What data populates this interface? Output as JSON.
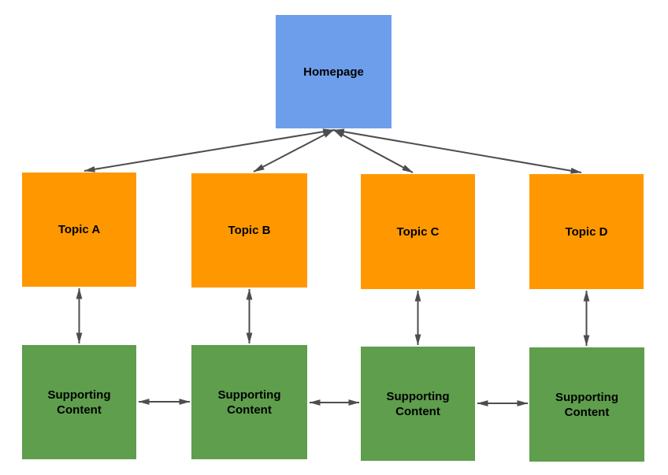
{
  "diagram": {
    "type": "site-structure-flowchart",
    "background": "#ffffff",
    "colors": {
      "homepage": "#6d9eeb",
      "topic": "#ff9800",
      "supporting": "#5e9e4c",
      "arrow": "#4d4d4d",
      "label": "#000000"
    },
    "nodes": [
      {
        "id": "homepage",
        "label": "Homepage",
        "kind": "homepage"
      },
      {
        "id": "topic-a",
        "label": "Topic A",
        "kind": "topic"
      },
      {
        "id": "topic-b",
        "label": "Topic B",
        "kind": "topic"
      },
      {
        "id": "topic-c",
        "label": "Topic C",
        "kind": "topic"
      },
      {
        "id": "topic-d",
        "label": "Topic D",
        "kind": "topic"
      },
      {
        "id": "supporting-1",
        "label": "Supporting Content",
        "kind": "supporting"
      },
      {
        "id": "supporting-2",
        "label": "Supporting Content",
        "kind": "supporting"
      },
      {
        "id": "supporting-3",
        "label": "Supporting Content",
        "kind": "supporting"
      },
      {
        "id": "supporting-4",
        "label": "Supporting Content",
        "kind": "supporting"
      }
    ],
    "edges": [
      {
        "from": "homepage",
        "to": "topic-a",
        "bidirectional": true
      },
      {
        "from": "homepage",
        "to": "topic-b",
        "bidirectional": true
      },
      {
        "from": "homepage",
        "to": "topic-c",
        "bidirectional": true
      },
      {
        "from": "homepage",
        "to": "topic-d",
        "bidirectional": true
      },
      {
        "from": "topic-a",
        "to": "supporting-1",
        "bidirectional": true
      },
      {
        "from": "topic-b",
        "to": "supporting-2",
        "bidirectional": true
      },
      {
        "from": "topic-c",
        "to": "supporting-3",
        "bidirectional": true
      },
      {
        "from": "topic-d",
        "to": "supporting-4",
        "bidirectional": true
      },
      {
        "from": "supporting-1",
        "to": "supporting-2",
        "bidirectional": true
      },
      {
        "from": "supporting-2",
        "to": "supporting-3",
        "bidirectional": true
      },
      {
        "from": "supporting-3",
        "to": "supporting-4",
        "bidirectional": true
      }
    ]
  }
}
